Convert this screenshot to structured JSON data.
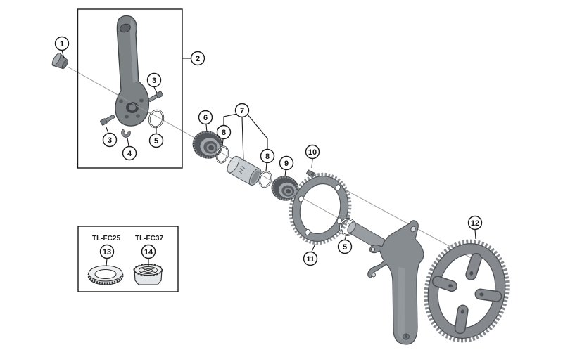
{
  "figure": {
    "type": "exploded-parts-diagram",
    "subject": "bicycle crankset assembly schematic",
    "background": "#ffffff"
  },
  "callouts": {
    "c1": "1",
    "c2": "2",
    "c3a": "3",
    "c3b": "3",
    "c4": "4",
    "c5a": "5",
    "c5b": "5",
    "c6": "6",
    "c7": "7",
    "c8a": "8",
    "c8b": "8",
    "c9": "9",
    "c10": "10",
    "c11": "11",
    "c12": "12",
    "c13": "13",
    "c14": "14"
  },
  "tool_labels": {
    "fc25": "TL-FC25",
    "fc37": "TL-FC37"
  },
  "colors": {
    "outline": "#45484b",
    "callout_stroke": "#1a1a1a",
    "axis_line": "#9a9a9a",
    "part_gray": "#8b9094",
    "part_dark": "#4b4f53",
    "part_light": "#c6cbcf"
  }
}
